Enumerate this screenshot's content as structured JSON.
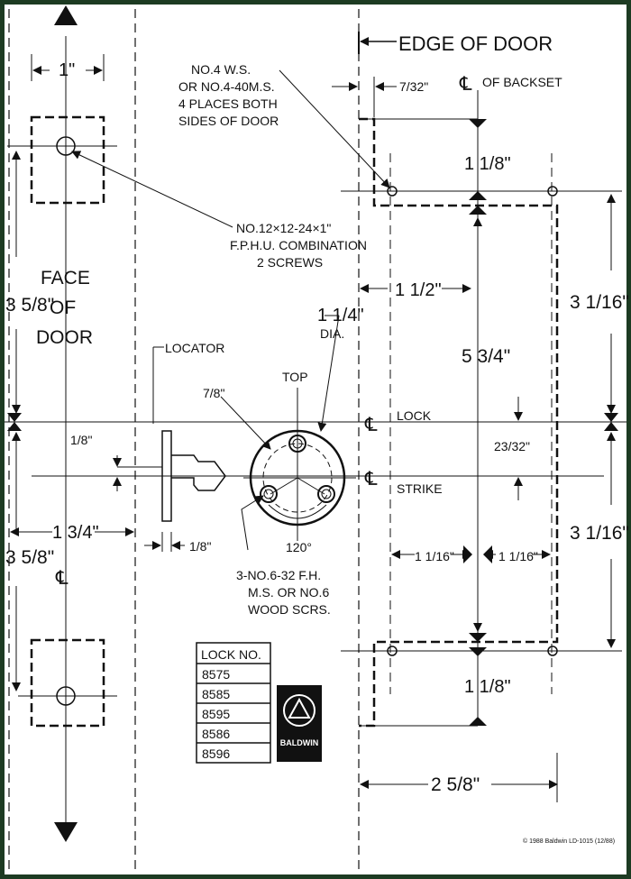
{
  "title": "EDGE OF DOOR",
  "face": {
    "line1": "FACE",
    "line2": "OF",
    "line3": "DOOR"
  },
  "labels": {
    "backset": "OF BACKSET",
    "lock": "LOCK",
    "strike": "STRIKE",
    "top": "TOP",
    "locator": "LOCATOR",
    "dia": "DIA.",
    "angle": "120°"
  },
  "notes": {
    "ws": [
      "NO.4  W.S.",
      "OR NO.4-40M.S.",
      "4 PLACES BOTH",
      "SIDES OF DOOR"
    ],
    "combo": [
      "NO.12×12-24×1\"",
      "F.P.H.U. COMBINATION",
      "2 SCREWS"
    ],
    "screws": [
      "3-NO.6-32 F.H.",
      "M.S.  OR NO.6",
      "WOOD SCRS."
    ]
  },
  "dims": {
    "one": "1\"",
    "seven32": "7/32\"",
    "one_eighth_top": "1 1/8\"",
    "one_half": "1 1/2\"",
    "five_three_four": "5 3/4\"",
    "three_one_sixteen_top": "3 1/16\"",
    "three_five_eight_top": "3 5/8\"",
    "one_quarter_dia": "1 1/4\"",
    "seven_eighth_dia": "7/8\"",
    "one_eighth_dia": "1/8\"",
    "twentythree_32": "23/32\"",
    "one_three_four": "1 3/4\"",
    "one_eighth_small": "1/8\"",
    "one_sixteen_a": "1 1/16\"",
    "one_sixteen_b": "1 1/16\"",
    "three_one_sixteen_bottom": "3 1/16\"",
    "three_five_eight_bottom": "3 5/8\"",
    "one_eighth_bottom": "1 1/8\"",
    "two_five_eight": "2 5/8\""
  },
  "lock_table": {
    "header": "LOCK NO.",
    "rows": [
      "8575",
      "8585",
      "8595",
      "8586",
      "8596"
    ]
  },
  "brand": "BALDWIN",
  "footer": "© 1988 Baldwin LD-1015 (12/88)",
  "colors": {
    "frame": "#1d3b22",
    "paper": "#ffffff",
    "ink": "#111111"
  }
}
